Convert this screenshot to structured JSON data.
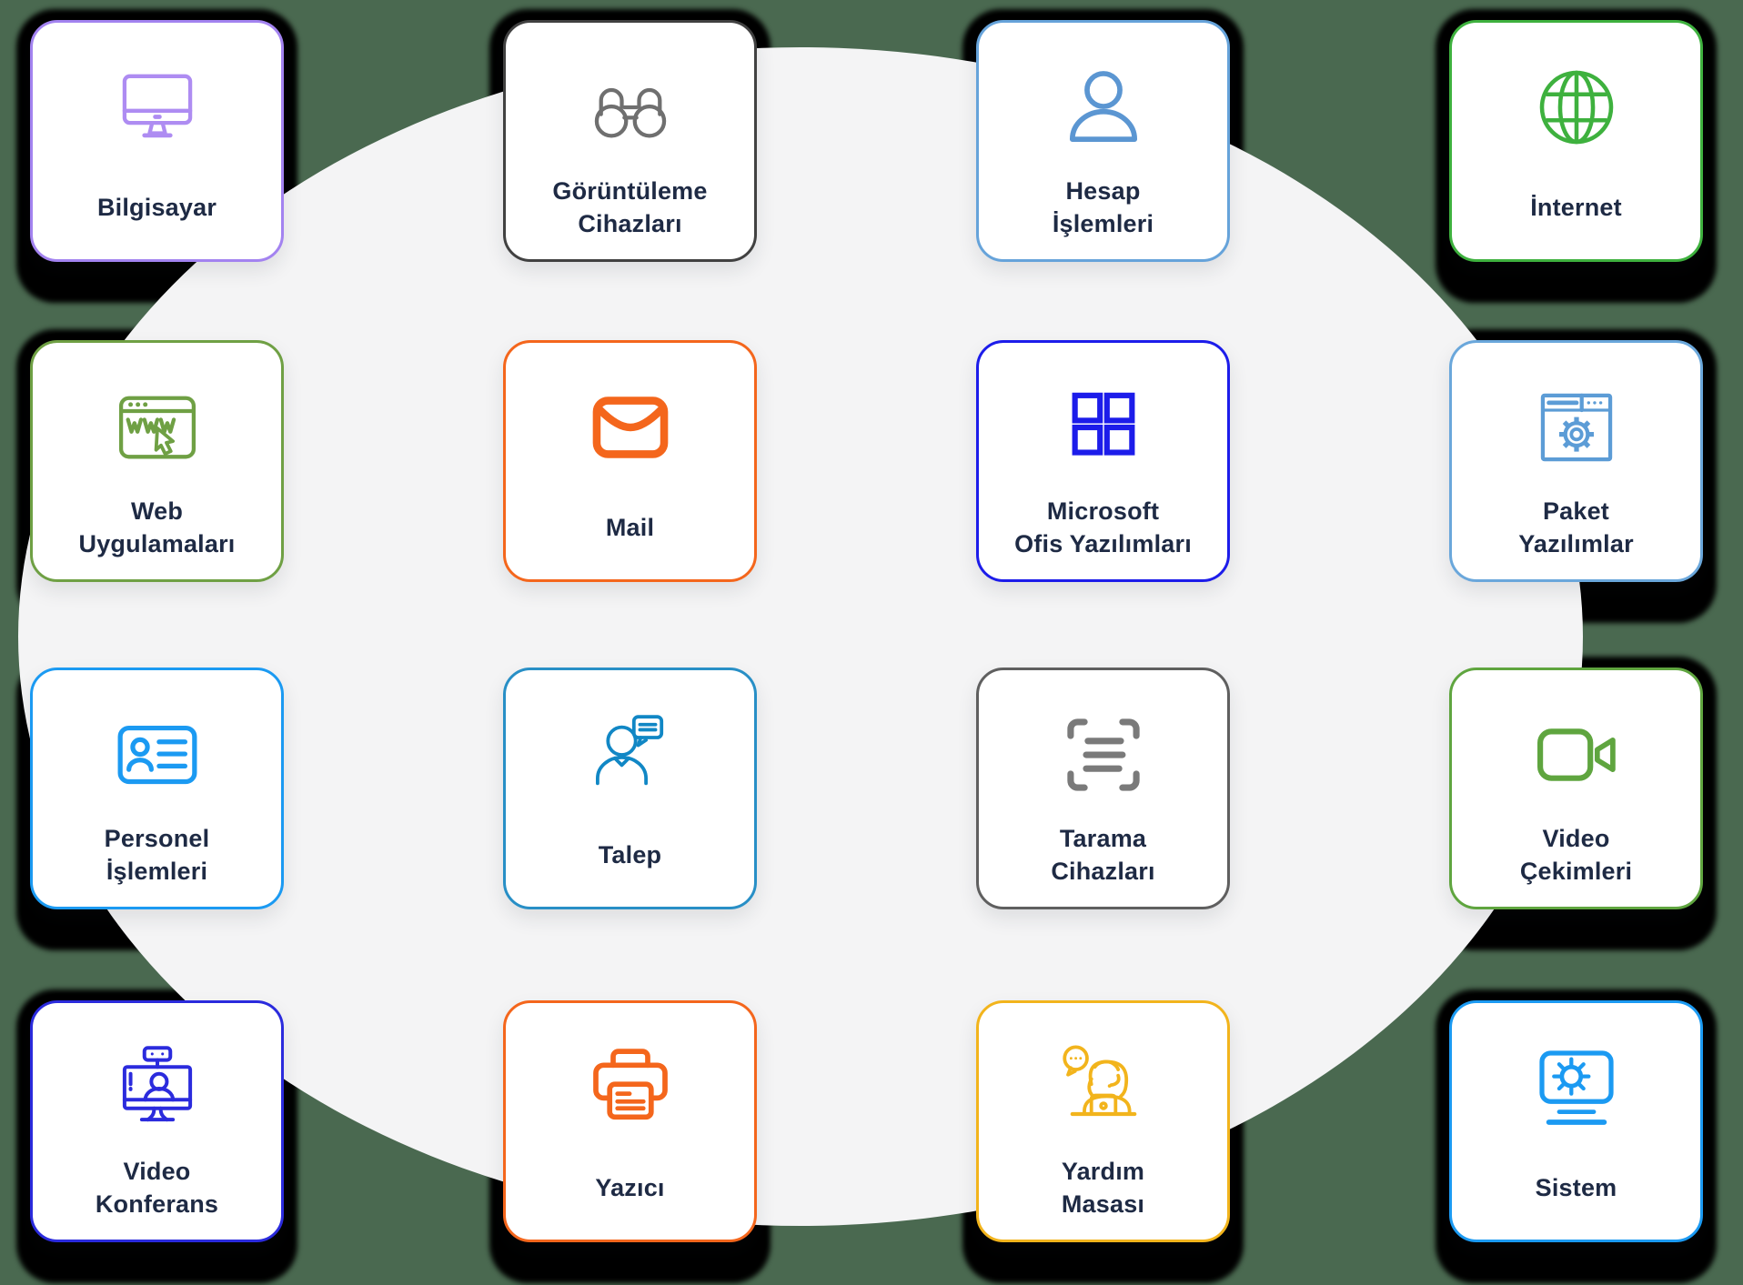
{
  "background": {
    "page_color": "#4a6950",
    "ellipse_color": "#f4f4f5",
    "shadow_color": "#000000",
    "card_color": "#ffffff",
    "text_color": "#1e2a44"
  },
  "cards": [
    {
      "id": "bilgisayar",
      "label": "Bilgisayar",
      "icon": "monitor-icon",
      "accent": "#a383f0",
      "icon_color": "#ae8cf2"
    },
    {
      "id": "goruntuleme-cihazlari",
      "label": "Görüntüleme\nCihazları",
      "icon": "binoculars-icon",
      "accent": "#414141",
      "icon_color": "#6f6f6f"
    },
    {
      "id": "hesap-islemleri",
      "label": "Hesap\nİşlemleri",
      "icon": "user-icon",
      "accent": "#66a3da",
      "icon_color": "#5b96d2"
    },
    {
      "id": "internet",
      "label": "İnternet",
      "icon": "globe-icon",
      "accent": "#3eb13e",
      "icon_color": "#3eb13e"
    },
    {
      "id": "web-uygulamalari",
      "label": "Web\nUygulamaları",
      "icon": "browser-www-icon",
      "accent": "#6fa044",
      "icon_color": "#6fa044"
    },
    {
      "id": "mail",
      "label": "Mail",
      "icon": "envelope-icon",
      "accent": "#f4661c",
      "icon_color": "#f4661c"
    },
    {
      "id": "microsoft-ofis-yazilimlari",
      "label": "Microsoft\nOfis Yazılımları",
      "icon": "grid-squares-icon",
      "accent": "#1c1cea",
      "icon_color": "#1c1cea"
    },
    {
      "id": "paket-yazilimlar",
      "label": "Paket\nYazılımlar",
      "icon": "browser-gear-icon",
      "accent": "#6aa7db",
      "icon_color": "#5c9cd6"
    },
    {
      "id": "personel-islemleri",
      "label": "Personel\nİşlemleri",
      "icon": "id-card-icon",
      "accent": "#1b9af2",
      "icon_color": "#1b9af2"
    },
    {
      "id": "talep",
      "label": "Talep",
      "icon": "person-chat-icon",
      "accent": "#288fc6",
      "icon_color": "#1187c5"
    },
    {
      "id": "tarama-cihazlari",
      "label": "Tarama\nCihazları",
      "icon": "scan-icon",
      "accent": "#5f5f5f",
      "icon_color": "#7a7a7a"
    },
    {
      "id": "video-cekimleri",
      "label": "Video\nÇekimleri",
      "icon": "video-camera-icon",
      "accent": "#5fa53f",
      "icon_color": "#5fa53f"
    },
    {
      "id": "video-konferans",
      "label": "Video\nKonferans",
      "icon": "video-conference-icon",
      "accent": "#2b2bdd",
      "icon_color": "#2b2bdd"
    },
    {
      "id": "yazici",
      "label": "Yazıcı",
      "icon": "printer-icon",
      "accent": "#f4661c",
      "icon_color": "#f4661c"
    },
    {
      "id": "yardim-masasi",
      "label": "Yardım\nMasası",
      "icon": "helpdesk-icon",
      "accent": "#f2b41c",
      "icon_color": "#f2b41c"
    },
    {
      "id": "sistem",
      "label": "Sistem",
      "icon": "system-gear-icon",
      "accent": "#1b9af2",
      "icon_color": "#1b9af2"
    }
  ]
}
